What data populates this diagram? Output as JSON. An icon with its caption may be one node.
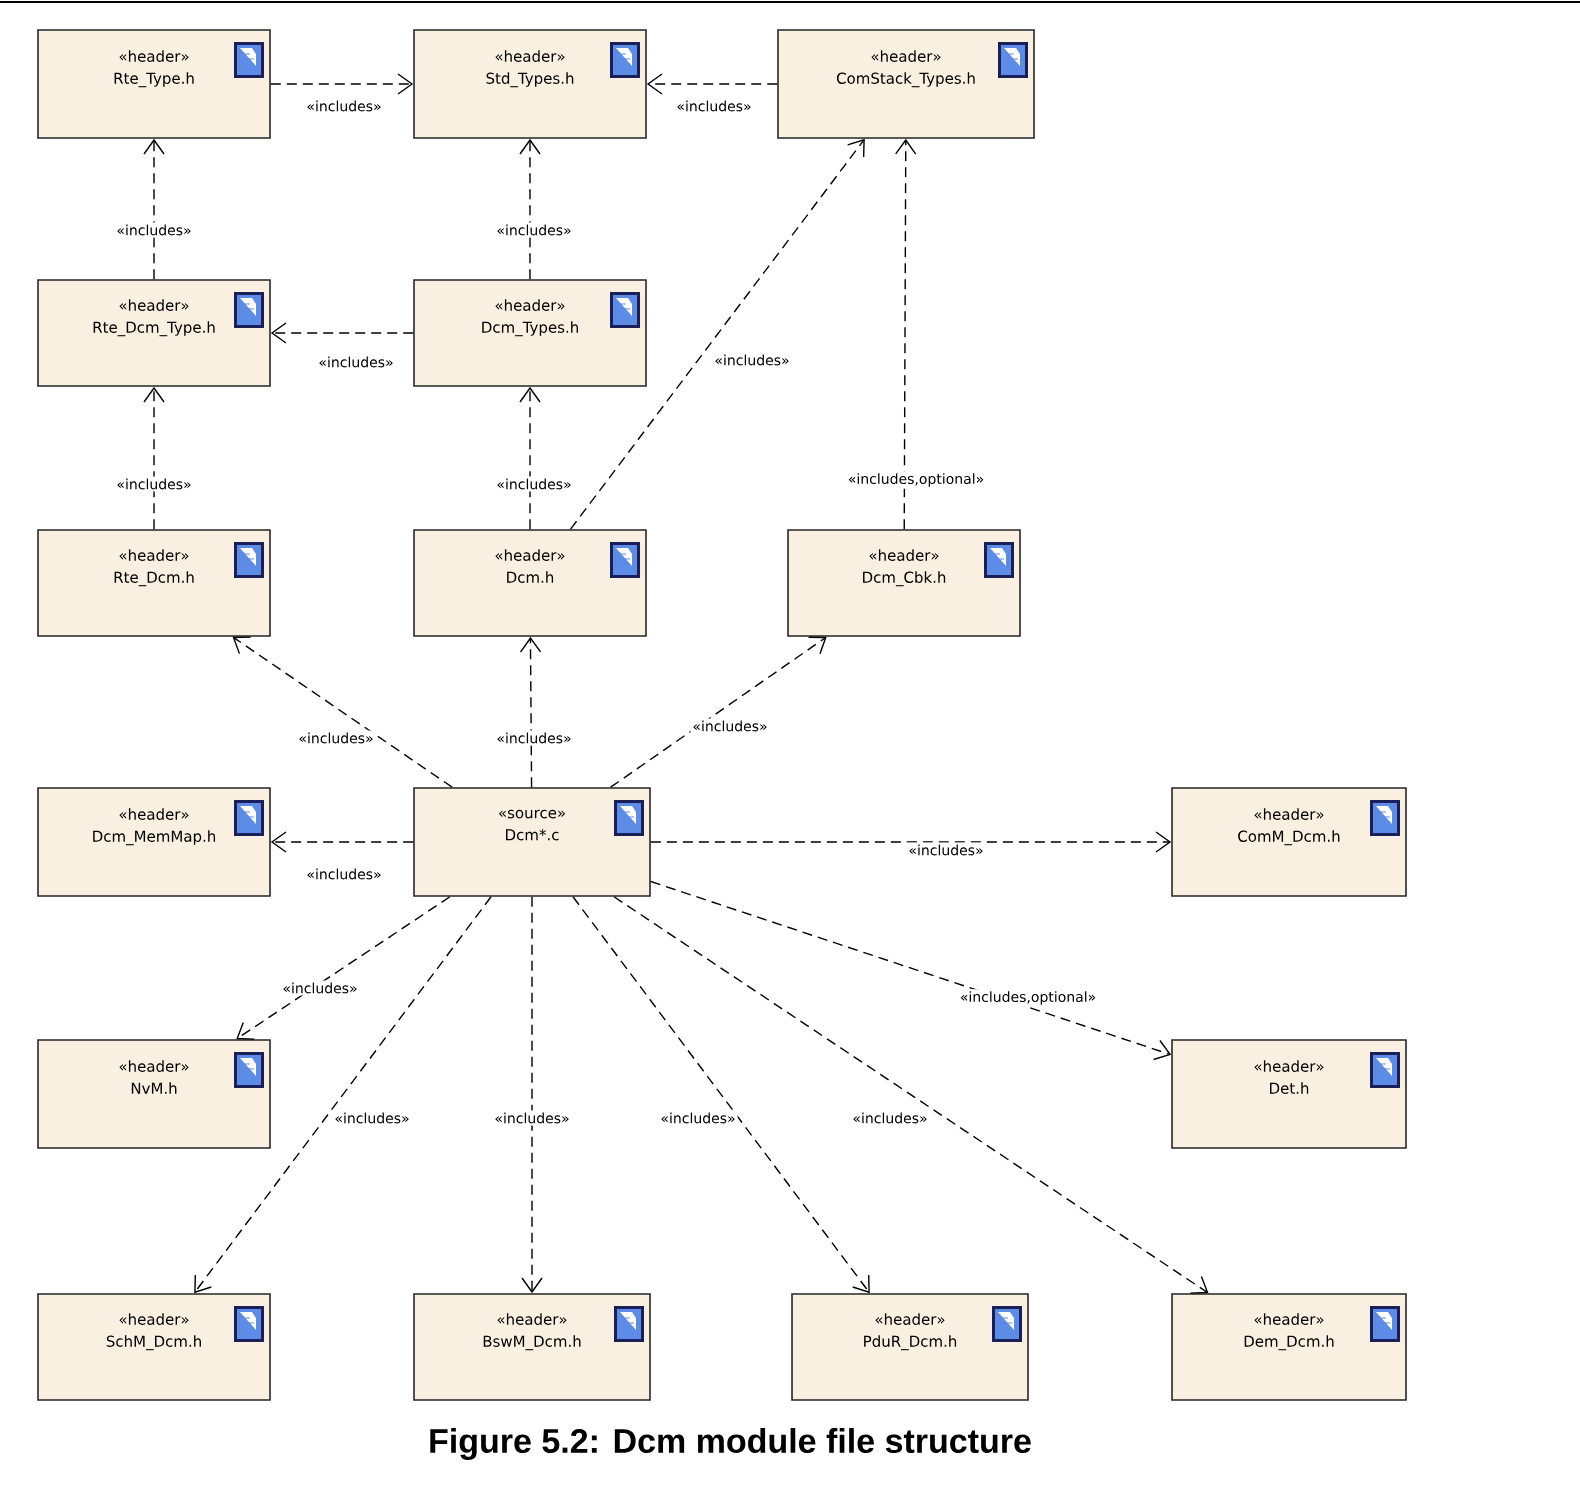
{
  "diagram": {
    "caption": "Figure 5.2: Dcm module file structure",
    "nodes": [
      {
        "text": [
          "«header»",
          "Rte_Type.h"
        ]
      },
      {
        "text": [
          "«header»",
          "Std_Types.h"
        ]
      },
      {
        "text": [
          "«header»",
          "ComStack_Types.h"
        ]
      },
      {
        "text": [
          "«header»",
          "Rte_Dcm_Type.h"
        ]
      },
      {
        "text": [
          "«header»",
          "Dcm_Types.h"
        ]
      },
      {
        "text": [
          "«header»",
          "Rte_Dcm.h"
        ]
      },
      {
        "text": [
          "«header»",
          "Dcm.h"
        ]
      },
      {
        "text": [
          "«header»",
          "Dcm_Cbk.h"
        ]
      },
      {
        "text": [
          "«header»",
          "Dcm_MemMap.h"
        ]
      },
      {
        "text": [
          "«source»",
          "Dcm*.c"
        ]
      },
      {
        "text": [
          "«header»",
          "ComM_Dcm.h"
        ]
      },
      {
        "text": [
          "«header»",
          "NvM.h"
        ]
      },
      {
        "text": [
          "«header»",
          "Det.h"
        ]
      },
      {
        "text": [
          "«header»",
          "SchM_Dcm.h"
        ]
      },
      {
        "text": [
          "«header»",
          "BswM_Dcm.h"
        ]
      },
      {
        "text": [
          "«header»",
          "PduR_Dcm.h"
        ]
      },
      {
        "text": [
          "«header»",
          "Dem_Dcm.h"
        ]
      }
    ],
    "edges": [
      {
        "from": 0,
        "to": 1,
        "arrow": "to",
        "label": "«includes»"
      },
      {
        "from": 2,
        "to": 1,
        "arrow": "to",
        "label": "«includes»"
      },
      {
        "from": 3,
        "to": 0,
        "arrow": "to",
        "label": "«includes»"
      },
      {
        "from": 4,
        "to": 3,
        "arrow": "to",
        "label": "«includes»"
      },
      {
        "from": 4,
        "to": 1,
        "arrow": "to",
        "label": "«includes»"
      },
      {
        "from": 5,
        "to": 3,
        "arrow": "to",
        "label": "«includes»"
      },
      {
        "from": 6,
        "to": 4,
        "arrow": "to",
        "label": "«includes»"
      },
      {
        "from": 6,
        "to": 2,
        "arrow": "to",
        "label": "«includes»"
      },
      {
        "from": 7,
        "to": 2,
        "arrow": "to",
        "label": "«includes,optional»"
      },
      {
        "from": 9,
        "to": 5,
        "arrow": "to",
        "label": "«includes»"
      },
      {
        "from": 9,
        "to": 6,
        "arrow": "to",
        "label": "«includes»"
      },
      {
        "from": 9,
        "to": 7,
        "arrow": "to",
        "label": "«includes»"
      },
      {
        "from": 9,
        "to": 8,
        "arrow": "to",
        "label": "«includes»"
      },
      {
        "from": 9,
        "to": 10,
        "arrow": "to",
        "label": "«includes»"
      },
      {
        "from": 9,
        "to": 11,
        "arrow": "to",
        "label": "«includes»"
      },
      {
        "from": 9,
        "to": 12,
        "arrow": "to",
        "label": "«includes,optional»"
      },
      {
        "from": 9,
        "to": 13,
        "arrow": "to",
        "label": "«includes»"
      },
      {
        "from": 9,
        "to": 14,
        "arrow": "to",
        "label": "«includes»"
      },
      {
        "from": 9,
        "to": 15,
        "arrow": "to",
        "label": "«includes»"
      },
      {
        "from": 9,
        "to": 16,
        "arrow": "to",
        "label": "«includes»"
      }
    ]
  }
}
